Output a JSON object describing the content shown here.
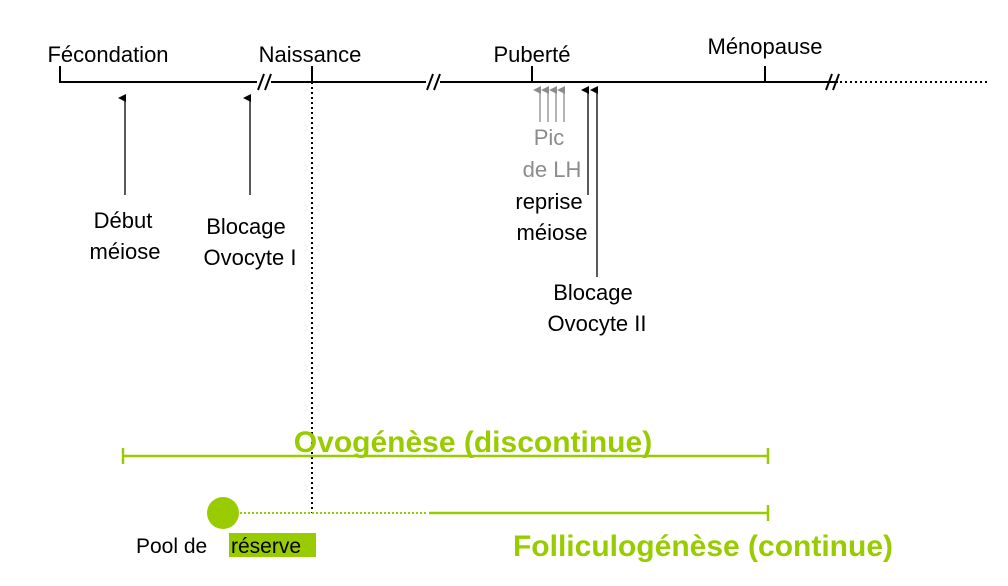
{
  "timeline": {
    "events": [
      "Fécondation",
      "Naissance",
      "Puberté",
      "Ménopause"
    ]
  },
  "annotations": {
    "debut_meiose": [
      "Début",
      "méiose"
    ],
    "blocage_ovocyte_1": [
      "Blocage",
      "Ovocyte I"
    ],
    "pic_lh": [
      "Pic",
      "de LH"
    ],
    "reprise_meiose": [
      "reprise",
      "méiose"
    ],
    "blocage_ovocyte_2": [
      "Blocage",
      "Ovocyte II"
    ]
  },
  "phases": {
    "ovogenese": "Ovogénèse (discontinue)",
    "folliculogenese": "Folliculogénèse (continue)",
    "pool_prefix": "Pool de ",
    "pool_highlight": "réserve"
  },
  "colors": {
    "accent": "#99cc00",
    "gray": "#8c8c8c"
  }
}
